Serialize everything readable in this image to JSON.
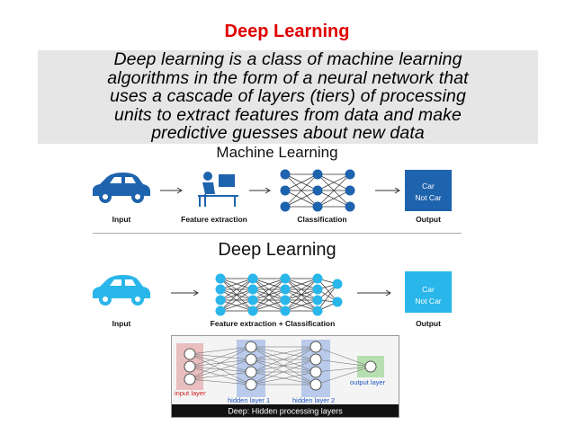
{
  "slide": {
    "title": "Deep Learning",
    "definition_lines": [
      "Deep learning is a class of machine learning",
      "algorithms in the form of a neural network that",
      "uses a cascade of layers (tiers) of processing",
      "units to extract features from data and make",
      "predictive guesses about new data"
    ]
  },
  "machine_learning": {
    "heading": "Machine Learning",
    "captions": {
      "input": "Input",
      "feature": "Feature extraction",
      "classification": "Classification",
      "output": "Output"
    },
    "output_labels": [
      "Car",
      "Not Car"
    ],
    "colors": {
      "car": "#1e63ad",
      "net": "#1e63ad",
      "output_box": "#1e63ad"
    }
  },
  "deep_learning": {
    "heading": "Deep Learning",
    "captions": {
      "input": "Input",
      "combined": "Feature extraction + Classification",
      "output": "Output"
    },
    "output_labels": [
      "Car",
      "Not Car"
    ],
    "colors": {
      "car": "#29b6ea",
      "net": "#29b6ea",
      "output_box": "#29b6ea"
    }
  },
  "layers_figure": {
    "labels": {
      "input": "input layer",
      "hidden1": "hidden layer 1",
      "hidden2": "hidden layer 2",
      "output": "output layer"
    },
    "caption": "Deep: Hidden processing layers",
    "colors": {
      "input": "#e2a6a6",
      "hidden": "#9fb8e6",
      "output": "#a8d8a0",
      "label_red": "#d11b1b",
      "label_blue": "#1f56c0",
      "caption_bg": "#111111"
    }
  }
}
